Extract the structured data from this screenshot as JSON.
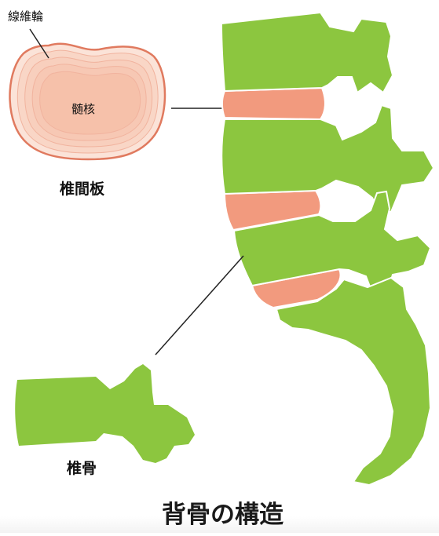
{
  "labels": {
    "annulus": "線維輪",
    "nucleus": "髄核",
    "disc": "椎間板",
    "vertebra": "椎骨",
    "title": "背骨の構造"
  },
  "colors": {
    "bone": "#8cc63f",
    "disc_fill": "#f29a7e",
    "disc_ring": "#f7cbbb",
    "disc_outline": "#e07a5f",
    "leader_line": "#222222"
  }
}
